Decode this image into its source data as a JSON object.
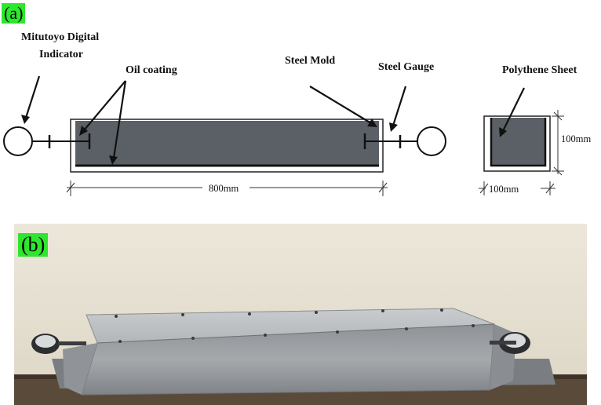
{
  "panel_a": {
    "tag": "(a)",
    "labels": {
      "indicator_line1": "Mitutoyo Digital",
      "indicator_line2": "Indicator",
      "oil_coating": "Oil coating",
      "steel_mold": "Steel Mold",
      "steel_gauge": "Steel Gauge",
      "polythene_sheet": "Polythene Sheet"
    },
    "dimensions": {
      "length": "800mm",
      "height": "100mm",
      "width": "100mm"
    }
  },
  "panel_b": {
    "tag": "(b)"
  },
  "colors": {
    "concrete_fill": "#5b6066",
    "tag_green": "#2ee62e",
    "wall_beige": "#e7e1d3",
    "steel_gray": "#a4a7aa"
  }
}
